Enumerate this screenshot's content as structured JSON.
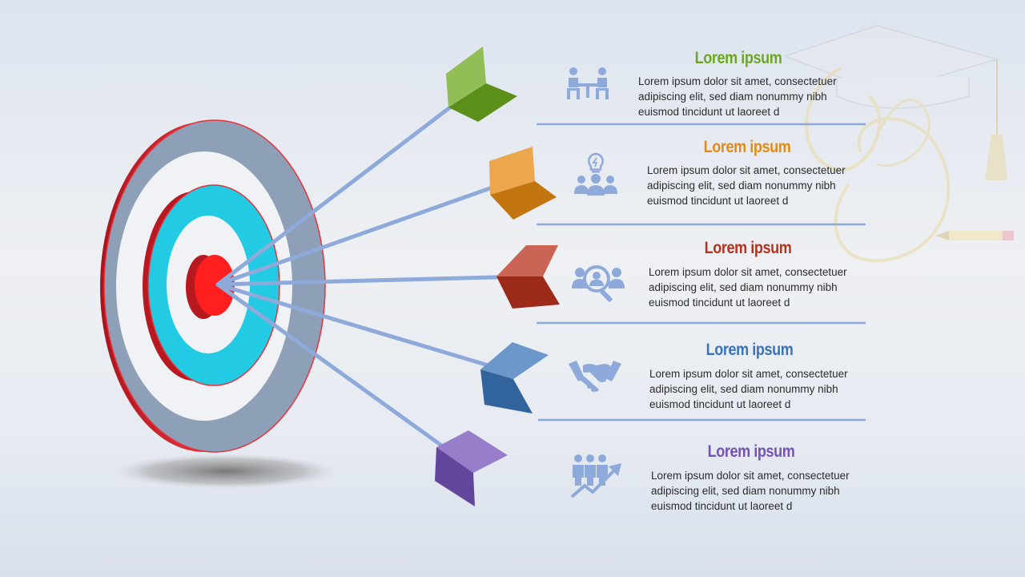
{
  "colors": {
    "target_outer": "#8e9fb8",
    "target_rim": "#e8323a",
    "target_cyan": "#22cbe3",
    "bullseye": "#ff1f1f",
    "line": "#8eaadb",
    "icon": "#8eaadb"
  },
  "items": [
    {
      "title": "Lorem ipsum",
      "color": "#6ca81e",
      "icon": "meeting-icon",
      "lines": [
        "Lorem ipsum dolor sit amet, consectetuer",
        "adipiscing elit, sed diam nonummy  nibh",
        "euismod tincidunt ut laoreet d"
      ]
    },
    {
      "title": "Lorem ipsum",
      "color": "#e58a12",
      "icon": "team-idea-icon",
      "lines": [
        "Lorem ipsum dolor sit amet, consectetuer",
        "adipiscing elit, sed diam nonummy  nibh",
        "euismod tincidunt ut laoreet d"
      ]
    },
    {
      "title": "Lorem ipsum",
      "color": "#b8321e",
      "icon": "people-search-icon",
      "lines": [
        "Lorem ipsum dolor sit amet, consectetuer",
        "adipiscing elit, sed diam nonummy  nibh",
        "euismod tincidunt ut laoreet d"
      ]
    },
    {
      "title": "Lorem ipsum",
      "color": "#3a74b8",
      "icon": "handshake-icon",
      "lines": [
        "Lorem ipsum dolor sit amet, consectetuer",
        "adipiscing elit, sed diam nonummy  nibh",
        "euismod tincidunt ut laoreet d"
      ]
    },
    {
      "title": "Lorem ipsum",
      "color": "#7552b8",
      "icon": "team-growth-icon",
      "lines": [
        "Lorem ipsum dolor sit amet, consectetuer",
        "adipiscing elit, sed diam nonummy  nibh",
        "euismod tincidunt ut laoreet d"
      ]
    }
  ]
}
